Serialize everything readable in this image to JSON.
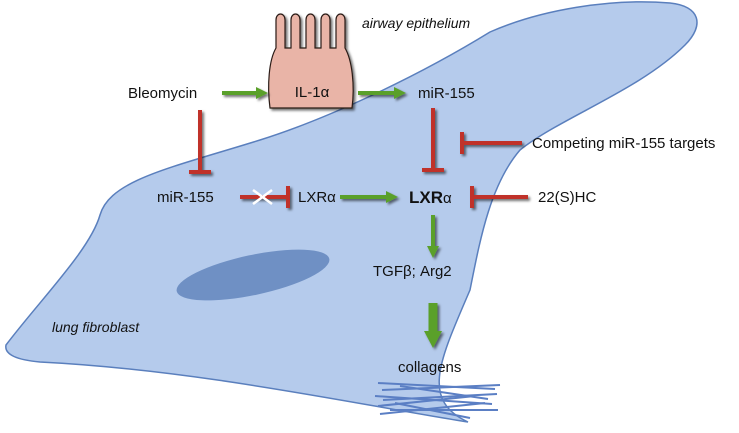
{
  "labels": {
    "airway_epithelium": "airway epithelium",
    "il1a": "IL-1α",
    "bleomycin": "Bleomycin",
    "mir155_top": "miR-155",
    "competing": "Competing miR-155 targets",
    "mir155_cell": "miR-155",
    "lxra_left": "LXRα",
    "lxra_center_bold": "LXR",
    "lxra_center_alpha": "α",
    "hc22s": "22(S)HC",
    "tgfb_arg2": "TGFβ; Arg2",
    "lung_fibroblast": "lung fibroblast",
    "collagens": "collagens"
  },
  "colors": {
    "cell_fill": "#b5cbec",
    "cell_stroke": "#5a7fbd",
    "nucleus": "#6f90c4",
    "epithelium_fill": "#e9b4a7",
    "activate": "#5aa02c",
    "inhibit": "#c0322b",
    "collagen": "#5b7fc4"
  }
}
